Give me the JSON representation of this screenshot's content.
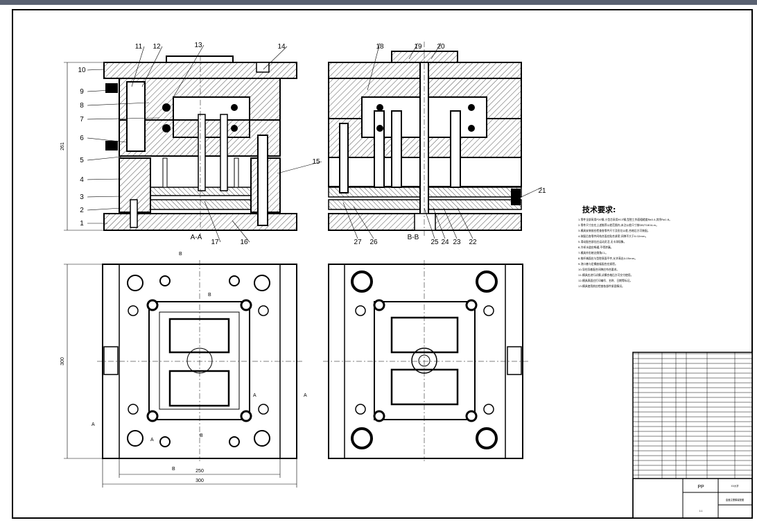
{
  "drawing": {
    "part_labels_left": [
      "1",
      "2",
      "3",
      "4",
      "5",
      "6",
      "7",
      "8",
      "9",
      "10",
      "11",
      "12",
      "13",
      "14",
      "15",
      "16",
      "17"
    ],
    "part_labels_right": [
      "18",
      "19",
      "20",
      "21",
      "22",
      "23",
      "24",
      "25",
      "26",
      "27"
    ],
    "section_left": "A-A",
    "section_right": "B-B",
    "dims": {
      "height": "261",
      "plate_height": "300",
      "width_inner": "250",
      "width_outer": "300"
    },
    "cut_marks": [
      "A",
      "A",
      "A",
      "A",
      "B",
      "B",
      "B",
      "B"
    ],
    "tech_title": "技术要求:",
    "tech_requirements": [
      "1.零件全部采用P20钢,小型芯采用H13钢,型腔工作面粗糙度Ra0.4,其余Ra1.6。",
      "2.零件尺寸应在上述推荐公差范围内,未注公差尺寸按GB/T1804-m。",
      "3.模具安装前应检查各零件尺寸及形位公差,合格后方可装配。",
      "4.装配后各零件间结合面应贴合紧密,间隙不大于0.02mm。",
      "5.滑动配合部位应运动灵活,无卡滞现象。",
      "6.冷却水道应畅通,不得渗漏。",
      "7.模具外形棱边倒角C1。",
      "8.推杆端面应与型腔表面平齐,允许高出0.05mm。",
      "9.浇口套与定模座板配合应紧密。",
      "10.导柱导套配合间隙应符合要求。",
      "11.模具应进行试模,试模合格后方可交付使用。",
      "12.模具表面应打印编号、名称、日期等标记。",
      "13.模具使用前应检查各部件紧固情况。"
    ],
    "title_block": {
      "material": "PP",
      "school": "XX大学",
      "drawing_name": "盒盖注塑模装配图",
      "scale": "1:1"
    }
  }
}
